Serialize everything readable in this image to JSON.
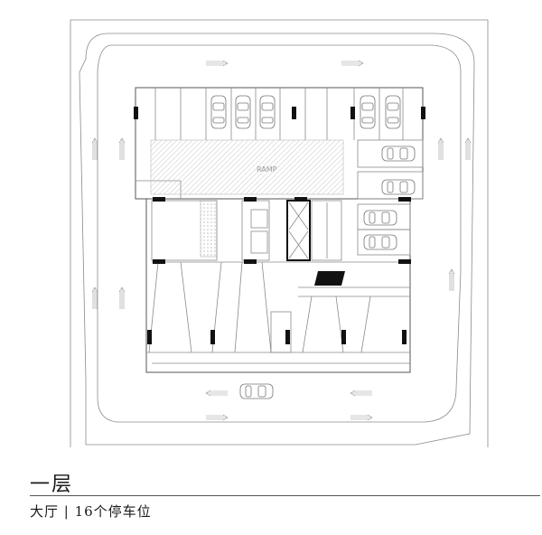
{
  "floor_title": "一层",
  "floor_subtitle": "大厅 | 16个停车位",
  "plan_label": "RAMP"
}
